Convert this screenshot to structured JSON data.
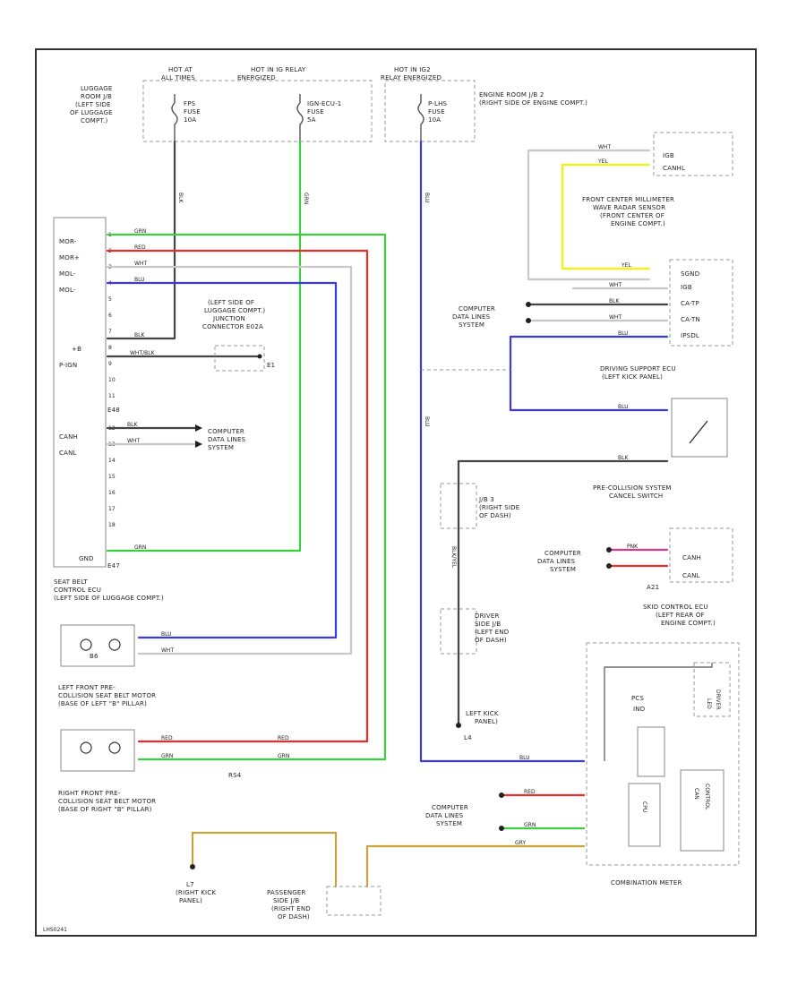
{
  "fuses": [
    {
      "hot": "HOT AT",
      "hot2": "ALL TIMES",
      "name": "FPS",
      "name2": "FUSE",
      "amp": "10A"
    },
    {
      "hot": "HOT IN IG RELAY",
      "hot2": "ENERGIZED",
      "name": "IGN-ECU-1",
      "name2": "FUSE",
      "amp": "5A"
    },
    {
      "hot": "HOT IN IG2",
      "hot2": "RELAY ENERGIZED",
      "name": "P-LHS",
      "name2": "FUSE",
      "amp": "10A"
    }
  ],
  "junctions": {
    "luggage_rjb": [
      "LUGGAGE",
      "ROOM J/B",
      "(LEFT SIDE",
      "OF LUGGAGE",
      "COMPT.)"
    ],
    "engine_rjb": [
      "ENGINE ROOM J/B 2",
      "(RIGHT SIDE OF ENGINE COMPT.)"
    ],
    "junction_connector": [
      "(LEFT SIDE OF",
      "LUGGAGE COMPT.)",
      "JUNCTION",
      "CONNECTOR E02A"
    ],
    "jb3": [
      "J/B 3",
      "(RIGHT SIDE",
      "OF DASH)"
    ],
    "driver_jb": [
      "DRIVER",
      "SIDE J/B",
      "(LEFT END",
      "OF DASH)"
    ],
    "passenger_jb": [
      "PASSENGER",
      "SIDE J/B",
      "(RIGHT END",
      "OF DASH)"
    ]
  },
  "grounds": {
    "g_e1": "E1",
    "left_kick": [
      "LEFT KICK",
      "PANEL)"
    ],
    "left_kick_code": "L4",
    "right_kick_code": "L7",
    "right_kick": [
      "(RIGHT KICK",
      "PANEL)"
    ]
  },
  "seatbelt_ecu": {
    "pins_left": [
      "MOR-",
      "MOR+",
      "MOL-",
      "MOL-"
    ],
    "pin_ig": "+B",
    "pin_ign": "P-IGN",
    "pin_canh": "CANH",
    "pin_canl": "CANL",
    "pin_gnd": "GND",
    "label": [
      "SEAT BELT",
      "CONTROL ECU",
      "(LEFT SIDE OF LUGGAGE COMPT.)"
    ],
    "connector": "E48",
    "ground_pin": "E47"
  },
  "computer_data": [
    "COMPUTER",
    "DATA LINES",
    "SYSTEM"
  ],
  "motors": {
    "left_label": [
      "LEFT FRONT PRE-",
      "COLLISION SEAT BELT MOTOR",
      "(BASE OF LEFT \"B\" PILLAR)"
    ],
    "right_label": [
      "RIGHT FRONT PRE-",
      "COLLISION SEAT BELT MOTOR",
      "(BASE OF RIGHT \"B\" PILLAR)"
    ],
    "connector_left": "B6",
    "connector_mid": "RS4"
  },
  "radar": {
    "label": [
      "FRONT CENTER MILLIMETER",
      "WAVE RADAR SENSOR",
      "(FRONT CENTER OF",
      "ENGINE COMPT.)"
    ],
    "pins": [
      "IGB",
      "CANHL"
    ]
  },
  "driving_ecu": {
    "pins": [
      "SGND",
      "IGB",
      "CA-TP",
      "CA-TN",
      "IPSDL"
    ],
    "label": [
      "DRIVING SUPPORT ECU",
      "(LEFT KICK PANEL)"
    ]
  },
  "cancel_switch": {
    "label": [
      "PRE-COLLISION SYSTEM",
      "CANCEL SWITCH"
    ]
  },
  "skid_ecu": {
    "pins": [
      "CANH",
      "CANL"
    ],
    "connector": "A21",
    "label": [
      "SKID CONTROL ECU",
      "(LEFT REAR OF",
      "ENGINE COMPT.)"
    ]
  },
  "meter": {
    "indicator": [
      "PCS",
      "IND"
    ],
    "label": "COMBINATION METER",
    "blocks": [
      "LED",
      "DRIVER",
      "CPU",
      "CAN",
      "CONTROL"
    ]
  },
  "wire_labels": {
    "grn": "GRN",
    "red": "RED",
    "wht": "WHT",
    "blu": "BLU",
    "blk": "BLK",
    "yel": "YEL",
    "pnk": "PNK",
    "wht_blk": "WHT/BLK",
    "gry": "GRY",
    "blk_yel": "BLK/YEL"
  },
  "footer_code": "LHS0241",
  "colors": {
    "frame": "#333333",
    "grn": "#3ccf3c",
    "red": "#ee2b2b",
    "blu": "#3a3ae0",
    "blk": "#444444",
    "wht": "#c8c8c8",
    "yel": "#f2f20a",
    "gbr": "#c8a23a",
    "pnk": "#d43a8a"
  }
}
